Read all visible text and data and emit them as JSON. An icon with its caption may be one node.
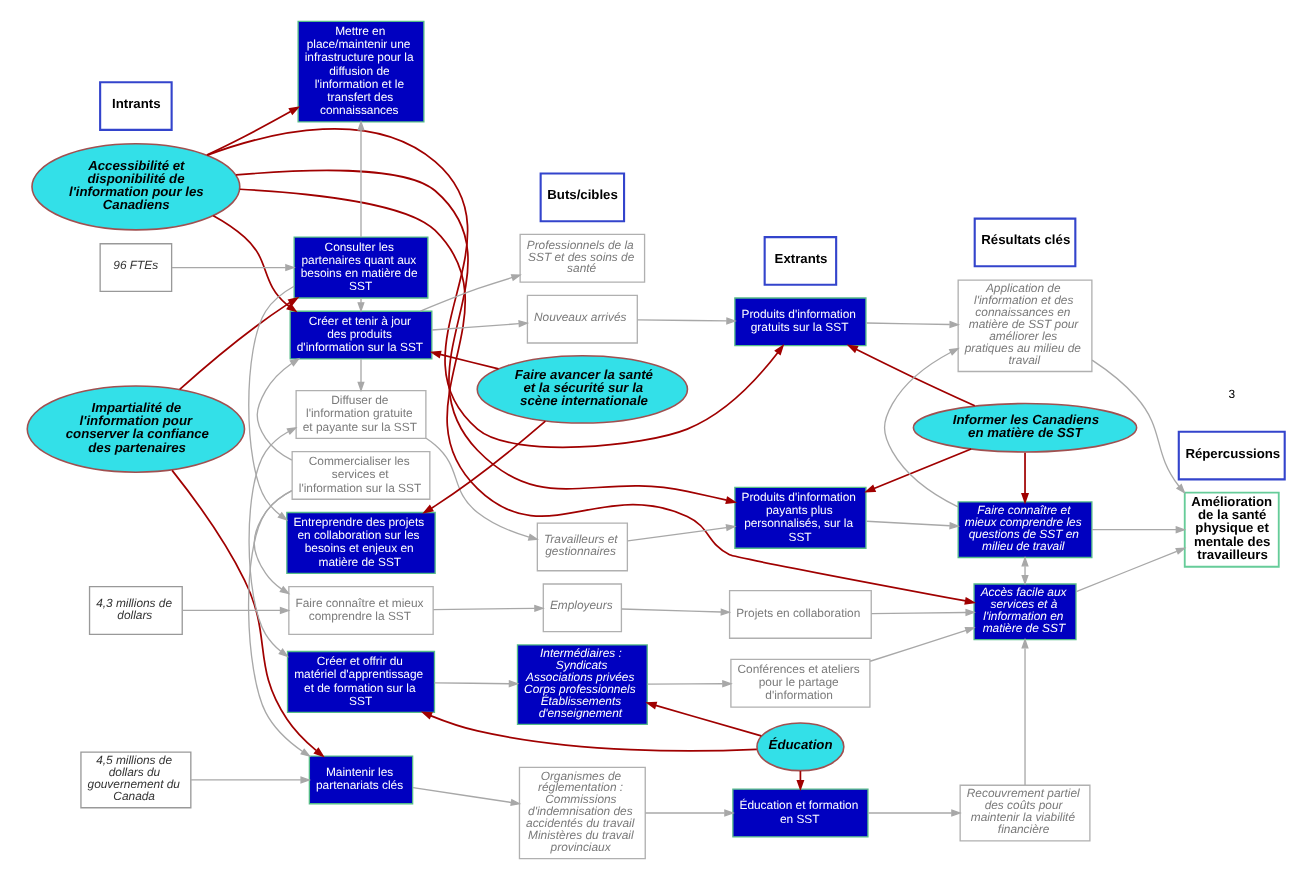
{
  "diagram": {
    "nodes": [
      {
        "text": [
          "Intrants"
        ]
      },
      {
        "text": [
          "Buts/cibles"
        ]
      },
      {
        "text": [
          "Extrants"
        ]
      },
      {
        "text": [
          "Résultats clés"
        ]
      },
      {
        "text": [
          "Répercussions"
        ]
      },
      {
        "text": [
          "96 FTEs"
        ]
      },
      {
        "text": [
          "4,3 millions de dollars"
        ]
      },
      {
        "text": [
          "4,5 millions de dollars du gouvernement du Canada"
        ]
      },
      {
        "text": [
          "Mettre en place/maintenir une infrastructure pour la diffusion de l'information et le transfert des connaissances"
        ]
      },
      {
        "text": [
          "Consulter les partenaires quant aux besoins en matière de SST"
        ]
      },
      {
        "text": [
          "Entreprendre des projets en collaboration sur les besoins et enjeux en matière de SST"
        ]
      },
      {
        "text": [
          "Créer et tenir à jour des produits d'information sur la SST"
        ]
      },
      {
        "text": [
          "Diffuser de l'information gratuite et payante sur la SST"
        ]
      },
      {
        "text": [
          "Créer et offrir du matériel d'apprentissage et de formation sur la SST"
        ]
      },
      {
        "text": [
          "Faire connaître et mieux comprendre la SST"
        ]
      },
      {
        "text": [
          "Commercialiser les services et l'information sur la SST"
        ]
      },
      {
        "text": [
          "Maintenir les partenariats clés"
        ]
      },
      {
        "text": [
          "Nouveaux arrivés"
        ]
      },
      {
        "text": [
          "Professionnels de la SST et des soins de santé"
        ]
      },
      {
        "text": [
          "Travailleurs et gestionnaires"
        ]
      },
      {
        "text": [
          "Employeurs"
        ]
      },
      {
        "text": [
          "Intermédiaires :",
          "Syndicats",
          "Associations privées",
          "Corps professionnels",
          "Établissements d'enseignement"
        ]
      },
      {
        "text": [
          "Organismes de réglementation :",
          "Commissions d'indemnisation des accidentés du travail",
          "Ministères du travail provinciaux"
        ]
      },
      {
        "text": [
          "Produits d'information gratuits sur la SST"
        ]
      },
      {
        "text": [
          "Produits d'information payants plus personnalisés, sur la SST"
        ]
      },
      {
        "text": [
          "Projets en collaboration"
        ]
      },
      {
        "text": [
          "Conférences et ateliers pour le partage d'information"
        ]
      },
      {
        "text": [
          "Éducation et formation en SST"
        ]
      },
      {
        "text": [
          "Application de l'information et des connaissances en matière de SST pour améliorer les pratiques au milieu de travail"
        ]
      },
      {
        "text": [
          "Faire connaître et mieux comprendre les questions de SST en milieu de travail"
        ]
      },
      {
        "text": [
          "Accès facile aux services et à l'information en matière de SST"
        ]
      },
      {
        "text": [
          "Recouvrement partiel des coûts pour maintenir la viabilité financière"
        ]
      },
      {
        "text": [
          "Amélioration de la santé physique et mentale des travailleurs"
        ]
      },
      {
        "text": [
          "Accessibilité et disponibilité de l'information pour les Canadiens"
        ]
      },
      {
        "text": [
          "Faire avancer la santé et la sécurité sur la scène internationale"
        ]
      },
      {
        "text": [
          "Informer les Canadiens en matière de SST"
        ]
      },
      {
        "text": [
          "Impartialité de l'information pour conserver la confiance des partenaires"
        ]
      },
      {
        "text": [
          "Éducation"
        ]
      }
    ],
    "edges": [
      {
        "from": 5,
        "to": 9,
        "arrow": "to"
      },
      {
        "from": 6,
        "to": 14,
        "arrow": "to"
      },
      {
        "from": 7,
        "to": 16,
        "arrow": "to"
      },
      {
        "from": 9,
        "to": 8,
        "arrow": "to"
      },
      {
        "from": 9,
        "to": 10,
        "arrow": "to"
      },
      {
        "from": 9,
        "to": 11,
        "arrow": "to"
      },
      {
        "from": 15,
        "to": 11,
        "arrow": "to"
      },
      {
        "from": 15,
        "to": 14,
        "arrow": "to"
      },
      {
        "from": 15,
        "to": 16,
        "arrow": "to"
      },
      {
        "from": 11,
        "to": 12,
        "arrow": "to"
      },
      {
        "from": 12,
        "to": 13,
        "arrow": "both"
      },
      {
        "from": 11,
        "to": 17,
        "arrow": "to"
      },
      {
        "from": 11,
        "to": 18,
        "arrow": "to"
      },
      {
        "from": 12,
        "to": 19,
        "arrow": "to"
      },
      {
        "from": 14,
        "to": 20,
        "arrow": "to"
      },
      {
        "from": 13,
        "to": 21,
        "arrow": "to"
      },
      {
        "from": 16,
        "to": 22,
        "arrow": "to"
      },
      {
        "from": 17,
        "to": 23,
        "arrow": "to"
      },
      {
        "from": 19,
        "to": 24,
        "arrow": "to"
      },
      {
        "from": 20,
        "to": 25,
        "arrow": "to"
      },
      {
        "from": 21,
        "to": 26,
        "arrow": "to"
      },
      {
        "from": 22,
        "to": 27,
        "arrow": "to"
      },
      {
        "from": 23,
        "to": 28,
        "arrow": "to"
      },
      {
        "from": 24,
        "to": 29,
        "arrow": "to"
      },
      {
        "from": 25,
        "to": 30,
        "arrow": "to"
      },
      {
        "from": 26,
        "to": 30,
        "arrow": "to"
      },
      {
        "from": 27,
        "to": 31,
        "arrow": "to"
      },
      {
        "from": 29,
        "to": 28,
        "arrow": "to"
      },
      {
        "from": 29,
        "to": 30,
        "arrow": "both"
      },
      {
        "from": 31,
        "to": 30,
        "arrow": "to"
      },
      {
        "from": 28,
        "to": 32,
        "arrow": "to"
      },
      {
        "from": 29,
        "to": 32,
        "arrow": "to"
      },
      {
        "from": 30,
        "to": 32,
        "arrow": "to"
      },
      {
        "from": 33,
        "to": 8,
        "arrow": "to",
        "color": "#a00000"
      },
      {
        "from": 33,
        "to": 11,
        "arrow": "to",
        "color": "#a00000"
      },
      {
        "from": 33,
        "to": 23,
        "arrow": "to",
        "color": "#a00000"
      },
      {
        "from": 33,
        "to": 24,
        "arrow": "to",
        "color": "#a00000"
      },
      {
        "from": 33,
        "to": 30,
        "arrow": "to",
        "color": "#a00000"
      },
      {
        "from": 34,
        "to": 10,
        "arrow": "to",
        "color": "#a00000"
      },
      {
        "from": 34,
        "to": 11,
        "arrow": "to",
        "color": "#a00000"
      },
      {
        "from": 35,
        "to": 23,
        "arrow": "to",
        "color": "#a00000"
      },
      {
        "from": 35,
        "to": 24,
        "arrow": "to",
        "color": "#a00000"
      },
      {
        "from": 35,
        "to": 29,
        "arrow": "to",
        "color": "#a00000"
      },
      {
        "from": 36,
        "to": 9,
        "arrow": "to",
        "color": "#a00000"
      },
      {
        "from": 36,
        "to": 16,
        "arrow": "to",
        "color": "#a00000"
      },
      {
        "from": 37,
        "to": 27,
        "arrow": "to",
        "color": "#a00000"
      },
      {
        "from": 37,
        "to": 21,
        "arrow": "to",
        "color": "#a00000"
      },
      {
        "from": 37,
        "to": 13,
        "arrow": "to",
        "color": "#a00000"
      }
    ],
    "labels": [
      "3"
    ]
  }
}
